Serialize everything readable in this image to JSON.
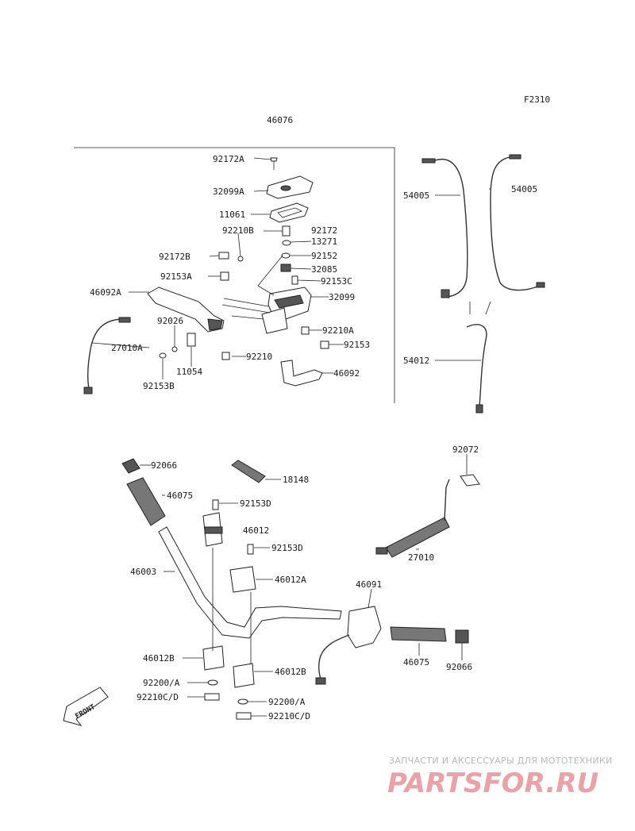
{
  "figure_code": "F2310",
  "assembly_label": "46076",
  "callouts": {
    "p92172A": "92172A",
    "p32099A": "32099A",
    "p11061": "11061",
    "p92210B": "92210B",
    "p92172": "92172",
    "p13271": "13271",
    "p92172B": "92172B",
    "p92152": "92152",
    "p32085": "32085",
    "p92153A": "92153A",
    "p92153C": "92153C",
    "p46092A": "46092A",
    "p32099": "32099",
    "p92026": "92026",
    "p92210A": "92210A",
    "p27010A": "27010A",
    "p92153": "92153",
    "p11054": "11054",
    "p92210": "92210",
    "p46092": "46092",
    "p92153B": "92153B",
    "p54005a": "54005",
    "p54005b": "54005",
    "p54012": "54012",
    "p92066a": "92066",
    "p18148": "18148",
    "p92072": "92072",
    "p46075a": "46075",
    "p92153Da": "92153D",
    "p46012": "46012",
    "p92153Db": "92153D",
    "p27010": "27010",
    "p46003": "46003",
    "p46012A": "46012A",
    "p46091": "46091",
    "p46012Ba": "46012B",
    "p46012Bb": "46012B",
    "p46075b": "46075",
    "p92066b": "92066",
    "p92200Aa": "92200/A",
    "p92210CDa": "92210C/D",
    "p92200Ab": "92200/A",
    "p92210CDb": "92210C/D"
  },
  "front_marker": "FRONT",
  "watermark": {
    "tagline": "ЗАПЧАСТИ И АКСЕССУАРЫ ДЛЯ МОТОТЕХНИКИ",
    "logo": "PARTSFOR.RU",
    "logo_color": "#e9a3a8"
  }
}
